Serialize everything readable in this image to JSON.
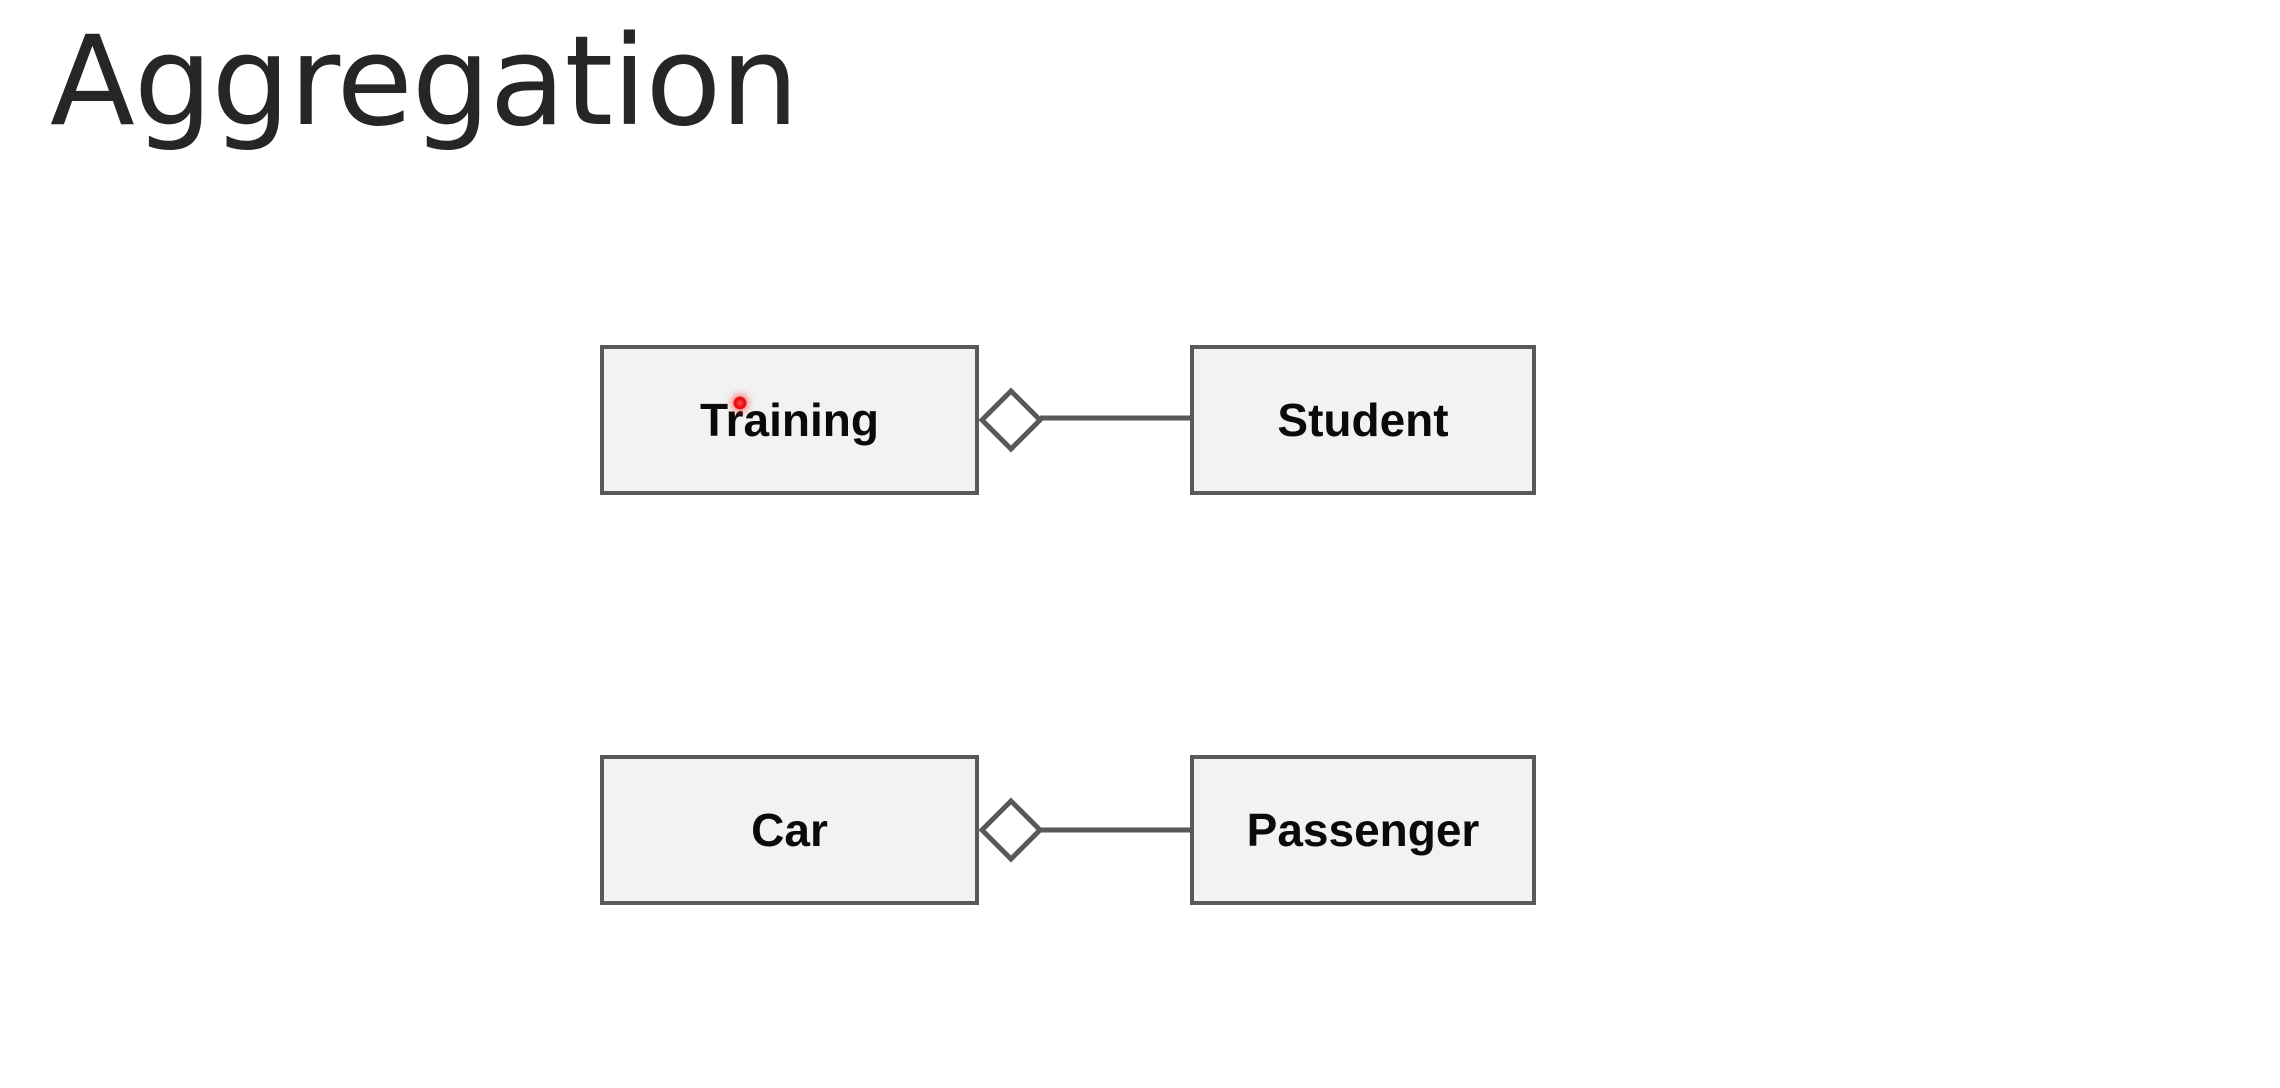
{
  "slide": {
    "title": "Aggregation"
  },
  "diagram": {
    "relationships": [
      {
        "type": "aggregation",
        "whole": "Training",
        "part": "Student"
      },
      {
        "type": "aggregation",
        "whole": "Car",
        "part": "Passenger"
      }
    ]
  },
  "colors": {
    "box_fill": "#f2f2f2",
    "box_border": "#595959",
    "title_text": "#262626",
    "label_text": "#0a0a0a",
    "pointer": "#e60000"
  }
}
